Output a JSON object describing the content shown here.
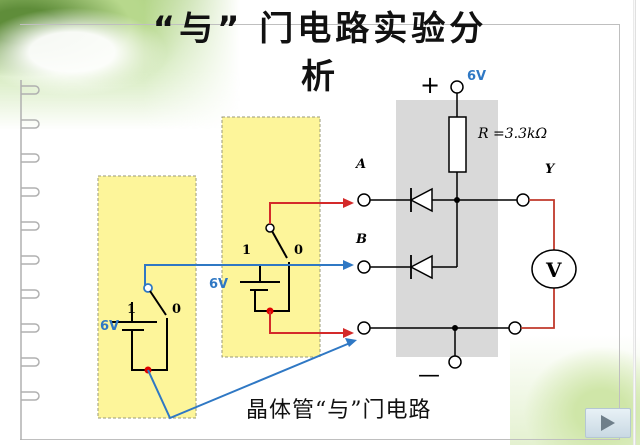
{
  "slide": {
    "title_line1": "“与” 门电路实验分",
    "title_line2": "析",
    "caption": "晶体管“与”门电路",
    "next_button_icon": "play-triangle-icon"
  },
  "circuit": {
    "supply_plus": "+",
    "supply_minus": "—",
    "supply_voltage": "6V",
    "resistor_label": "R =3.3kΩ",
    "input_a_label": "A",
    "input_b_label": "B",
    "output_label": "Y",
    "voltmeter_label": "V",
    "switch_a": {
      "battery_voltage": "6V",
      "pos_1_label": "1",
      "pos_0_label": "0",
      "wire_color": "#d42a2a"
    },
    "switch_b": {
      "battery_voltage": "6V",
      "pos_1_label": "1",
      "pos_0_label": "0",
      "wire_color": "#2f78c4"
    },
    "colors": {
      "switch_panel": "#fdf59a",
      "gate_panel": "#d9d9d9",
      "label_blue": "#2f78c4",
      "wire_red": "#d42a2a",
      "wire_blue": "#2f78c4",
      "output_wire": "#c0392b"
    }
  }
}
